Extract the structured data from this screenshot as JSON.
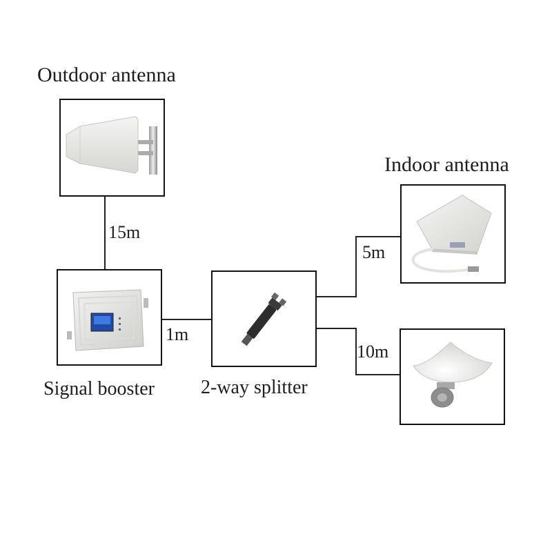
{
  "labels": {
    "outdoor_antenna": "Outdoor antenna",
    "indoor_antenna": "Indoor antenna",
    "signal_booster": "Signal booster",
    "splitter": "2-way splitter"
  },
  "cable_lengths": {
    "outdoor_to_booster": "15m",
    "booster_to_splitter": "1m",
    "splitter_to_panel": "5m",
    "splitter_to_ceiling": "10m"
  },
  "icons": {
    "outdoor": "log-periodic-antenna-icon",
    "booster": "signal-booster-device-icon",
    "splitter": "two-way-splitter-icon",
    "panel": "panel-antenna-icon",
    "ceiling": "ceiling-dome-antenna-icon"
  }
}
